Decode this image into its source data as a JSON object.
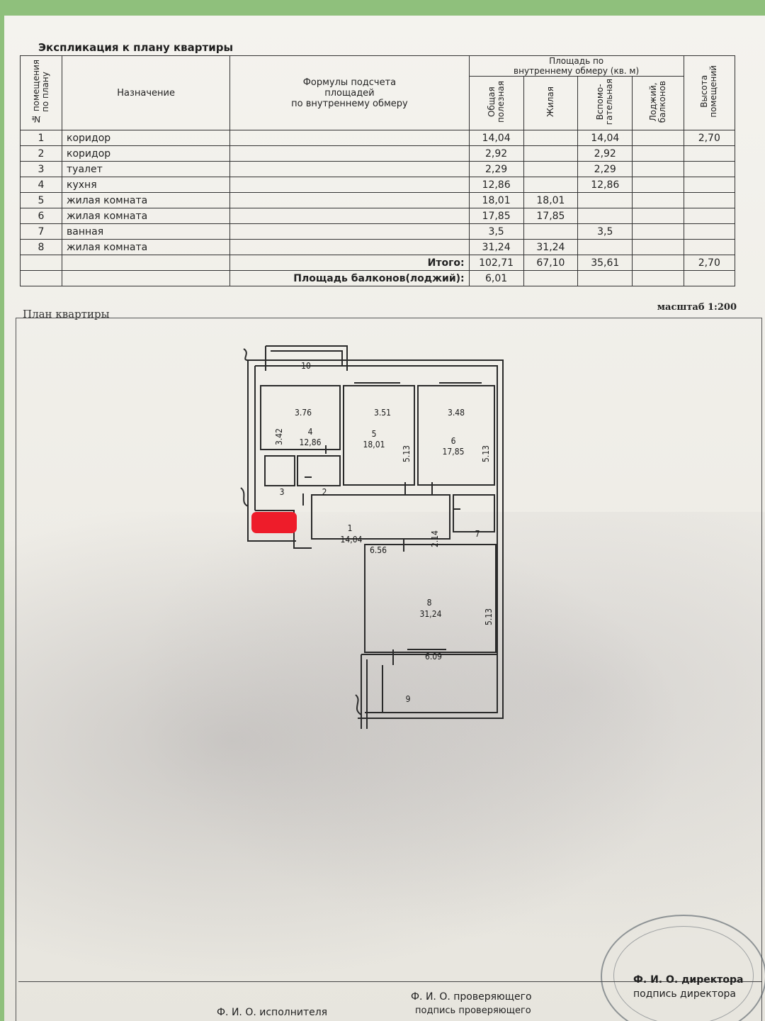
{
  "title": "Экспликация к плану квартиры",
  "table": {
    "headers": {
      "room_no": "№ помещения\nпо плану",
      "purpose": "Назначение",
      "formulas": "Формулы подсчета\nплощадей\nпо внутреннему обмеру",
      "area_group": "Площадь по\nвнутреннему обмеру (кв. м)",
      "total_useful": "Общая\nполезная",
      "living": "Жилая",
      "auxiliary": "Вспомо-\nгательная",
      "loggia": "Лоджий,\nбалконов",
      "height": "Высота\nпомещений"
    },
    "rows": [
      {
        "no": "1",
        "name": "коридор",
        "total": "14,04",
        "living": "",
        "aux": "14,04",
        "loggia": "",
        "height": "2,70"
      },
      {
        "no": "2",
        "name": "коридор",
        "total": "2,92",
        "living": "",
        "aux": "2,92",
        "loggia": "",
        "height": ""
      },
      {
        "no": "3",
        "name": "туалет",
        "total": "2,29",
        "living": "",
        "aux": "2,29",
        "loggia": "",
        "height": ""
      },
      {
        "no": "4",
        "name": "кухня",
        "total": "12,86",
        "living": "",
        "aux": "12,86",
        "loggia": "",
        "height": ""
      },
      {
        "no": "5",
        "name": "жилая комната",
        "total": "18,01",
        "living": "18,01",
        "aux": "",
        "loggia": "",
        "height": ""
      },
      {
        "no": "6",
        "name": "жилая комната",
        "total": "17,85",
        "living": "17,85",
        "aux": "",
        "loggia": "",
        "height": ""
      },
      {
        "no": "7",
        "name": "ванная",
        "total": "3,5",
        "living": "",
        "aux": "3,5",
        "loggia": "",
        "height": ""
      },
      {
        "no": "8",
        "name": "жилая комната",
        "total": "31,24",
        "living": "31,24",
        "aux": "",
        "loggia": "",
        "height": ""
      }
    ],
    "total_row": {
      "label": "Итого:",
      "total": "102,71",
      "living": "67,10",
      "aux": "35,61",
      "height": "2,70"
    },
    "balcony_row": {
      "label": "Площадь балконов(лоджий):",
      "value": "6,01"
    }
  },
  "plan": {
    "caption": "План квартиры",
    "scale": "масштаб 1:200",
    "labels": {
      "r10": "10",
      "d4w": "3.76",
      "d4h": "3.42",
      "r4n": "4",
      "r4a": "12,86",
      "d5w": "3.51",
      "r5n": "5",
      "r5a": "18,01",
      "d5h": "5.13",
      "d6w": "3.48",
      "r6n": "6",
      "r6a": "17,85",
      "d6h": "5.13",
      "r3": "3",
      "r2": "2",
      "r1n": "1",
      "r1a": "14,04",
      "d1w": "6.56",
      "d1h": "2.14",
      "r7": "7",
      "r8n": "8",
      "r8a": "31,24",
      "d8h": "5.13",
      "d8w": "6.09",
      "r9": "9"
    }
  },
  "footer": {
    "executor": "Ф. И. О. исполнителя",
    "checker": "Ф. И. О. проверяющего",
    "checker_sign": "подпись проверяющего",
    "director": "Ф. И. О. директора",
    "director_sign": "подпись директора"
  },
  "colors": {
    "background": "#8fc07c",
    "paper": "#f2f1ec",
    "redaction": "#ee1c2a"
  }
}
